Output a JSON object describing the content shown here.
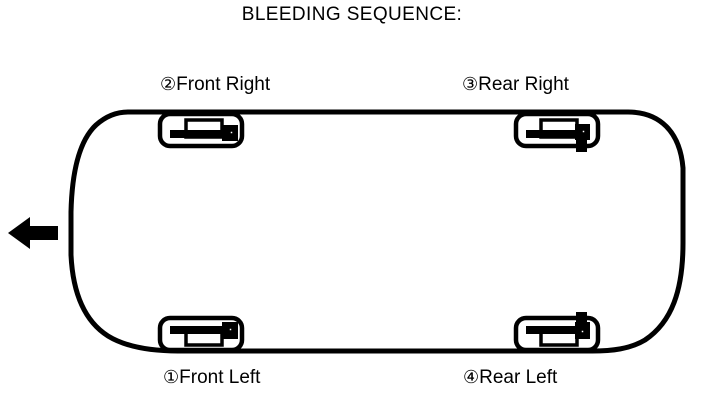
{
  "diagram": {
    "title": "BLEEDING SEQUENCE:",
    "direction_arrow": {
      "name": "vehicle-forward-arrow",
      "points": "left"
    },
    "vehicle": {
      "shape": "top-view-car-body-outline",
      "outline_color": "#000000"
    },
    "wheels": [
      {
        "id": "front-right",
        "sequence": "②",
        "label": "Front Right",
        "position": "top-left",
        "bleeder_direction": "right"
      },
      {
        "id": "rear-right",
        "sequence": "③",
        "label": "Rear Right",
        "position": "top-right",
        "bleeder_direction": "down"
      },
      {
        "id": "front-left",
        "sequence": "①",
        "label": "Front Left",
        "position": "bottom-left",
        "bleeder_direction": "right"
      },
      {
        "id": "rear-left",
        "sequence": "④",
        "label": "Rear Left",
        "position": "bottom-right",
        "bleeder_direction": "up"
      }
    ]
  }
}
